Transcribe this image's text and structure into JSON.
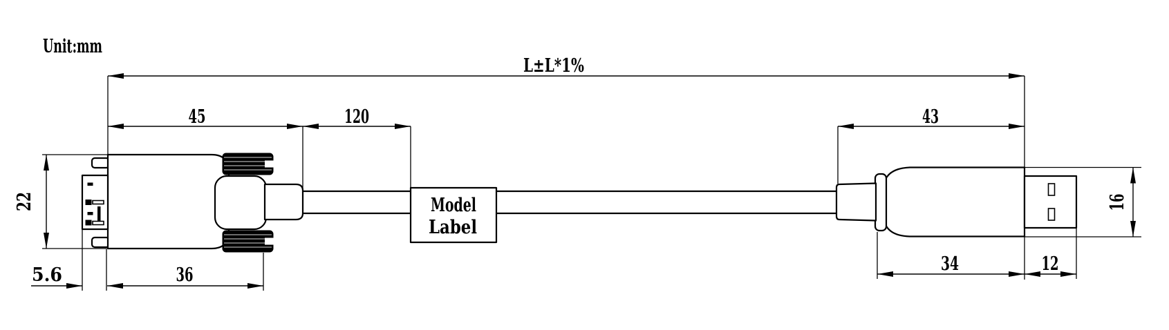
{
  "meta": {
    "unit_label": "Unit:mm",
    "drawing_type": "cable-dimension-drawing",
    "colors": {
      "line": "#000000",
      "background": "#ffffff"
    }
  },
  "dimensions": {
    "overall_length": "L±L*1%",
    "left_connector_length": "45",
    "boot_to_label": "120",
    "right_connector_length": "43",
    "left_connector_height": "22",
    "plug_tip_length": "5.6",
    "left_body_length": "36",
    "right_body_length": "34",
    "usb_plug_length": "12",
    "right_connector_width": "16"
  },
  "model_label": {
    "line1": "Model",
    "line2": "Label"
  }
}
